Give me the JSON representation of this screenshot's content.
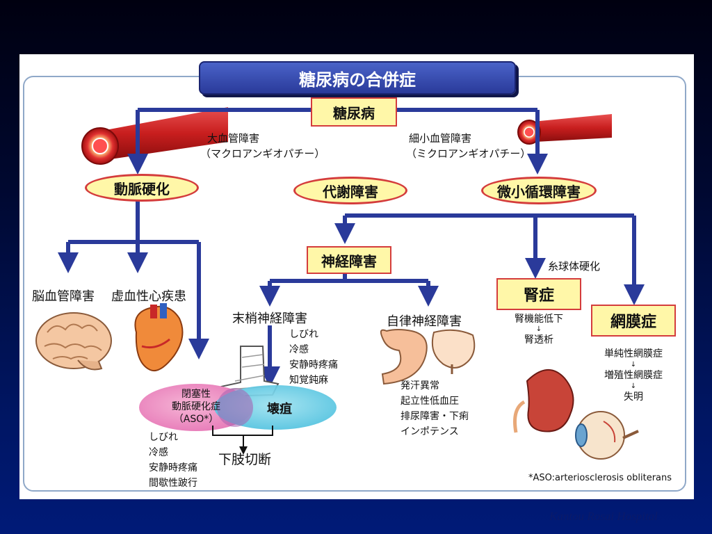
{
  "title": "糖尿病の合併症",
  "root": "糖尿病",
  "macro": {
    "label": "大血管障害",
    "sub": "（マクロアンギオパチー）"
  },
  "micro": {
    "label": "細小血管障害",
    "sub": "（ミクロアンギオパチー）"
  },
  "nodes": {
    "arteriosclerosis": "動脈硬化",
    "metabolic": "代謝障害",
    "microcirculation": "微小循環障害",
    "neuropathy": "神経障害",
    "cerebrovascular": "脳血管障害",
    "ischemic_heart": "虚血性心疾患",
    "peripheral_neuropathy": "末梢神経障害",
    "autonomic_neuropathy": "自律神経障害",
    "glomerulosclerosis": "糸球体硬化",
    "nephropathy": "腎症",
    "retinopathy": "網膜症",
    "aso": [
      "閉塞性",
      "動脈硬化症",
      "（ASO*）"
    ],
    "gangrene": "壊疽",
    "amputation": "下肢切断"
  },
  "aso_symptoms": [
    "しびれ",
    "冷感",
    "安静時疼痛",
    "間歇性跛行"
  ],
  "peripheral_symptoms": [
    "しびれ",
    "冷感",
    "安静時疼痛",
    "知覚鈍麻"
  ],
  "autonomic_symptoms": [
    "発汗異常",
    "起立性低血圧",
    "排尿障害・下痢",
    "インポテンス"
  ],
  "renal_progression": [
    "腎機能低下",
    "↓",
    "腎透析"
  ],
  "retinal_progression": [
    "単純性網膜症",
    "↓",
    "増殖性網膜症",
    "↓",
    "失明"
  ],
  "footnote": "*ASO:arteriosclerosis obliterans",
  "footer": "Kantou Rosai Hospital",
  "colors": {
    "arrow": "#2a3a9a",
    "node_fill": "#fff7a8",
    "node_border": "#d43c3c",
    "banner": "#2a3a9a"
  }
}
